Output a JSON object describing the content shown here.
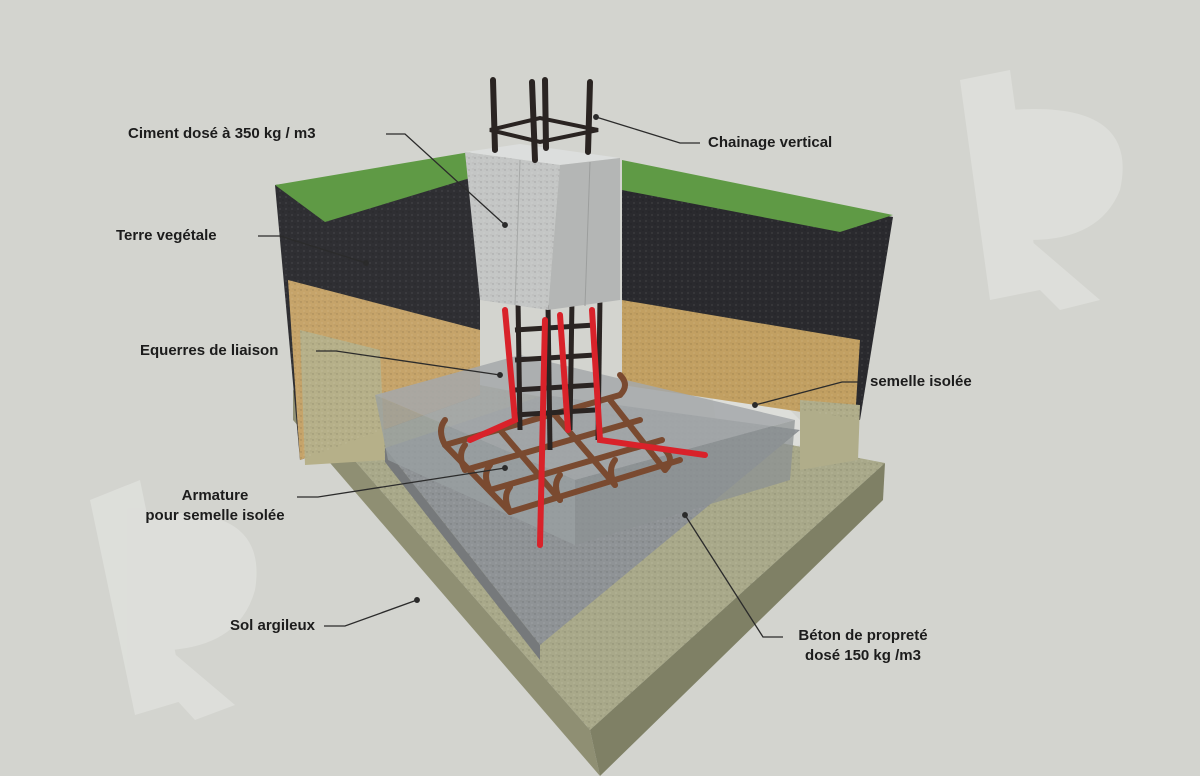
{
  "labels": {
    "ciment": "Ciment dosé à 350 kg / m3",
    "chainage": "Chainage vertical",
    "terre": "Terre vegétale",
    "equerres": "Equerres de liaison",
    "semelle": "semelle isolée",
    "armature_1": "Armature",
    "armature_2": "pour semelle isolée",
    "sol": "Sol argileux",
    "beton_1": "Béton de propreté",
    "beton_2": "dosé 150 kg /m3"
  },
  "colors": {
    "background": "#d3d4cf",
    "grass": "#5f9a45",
    "topsoil": "#2f2f33",
    "sand_layer": "#c6a46a",
    "clay": "#a9a98a",
    "lean_concrete": "#8f9396",
    "concrete_block": "#c9cbca",
    "rebar_dark": "#2a2422",
    "rebar_rust": "#7a4a30",
    "rebar_red": "#d9222a"
  },
  "watermark_icon": "stylized-R-logo-watermark"
}
